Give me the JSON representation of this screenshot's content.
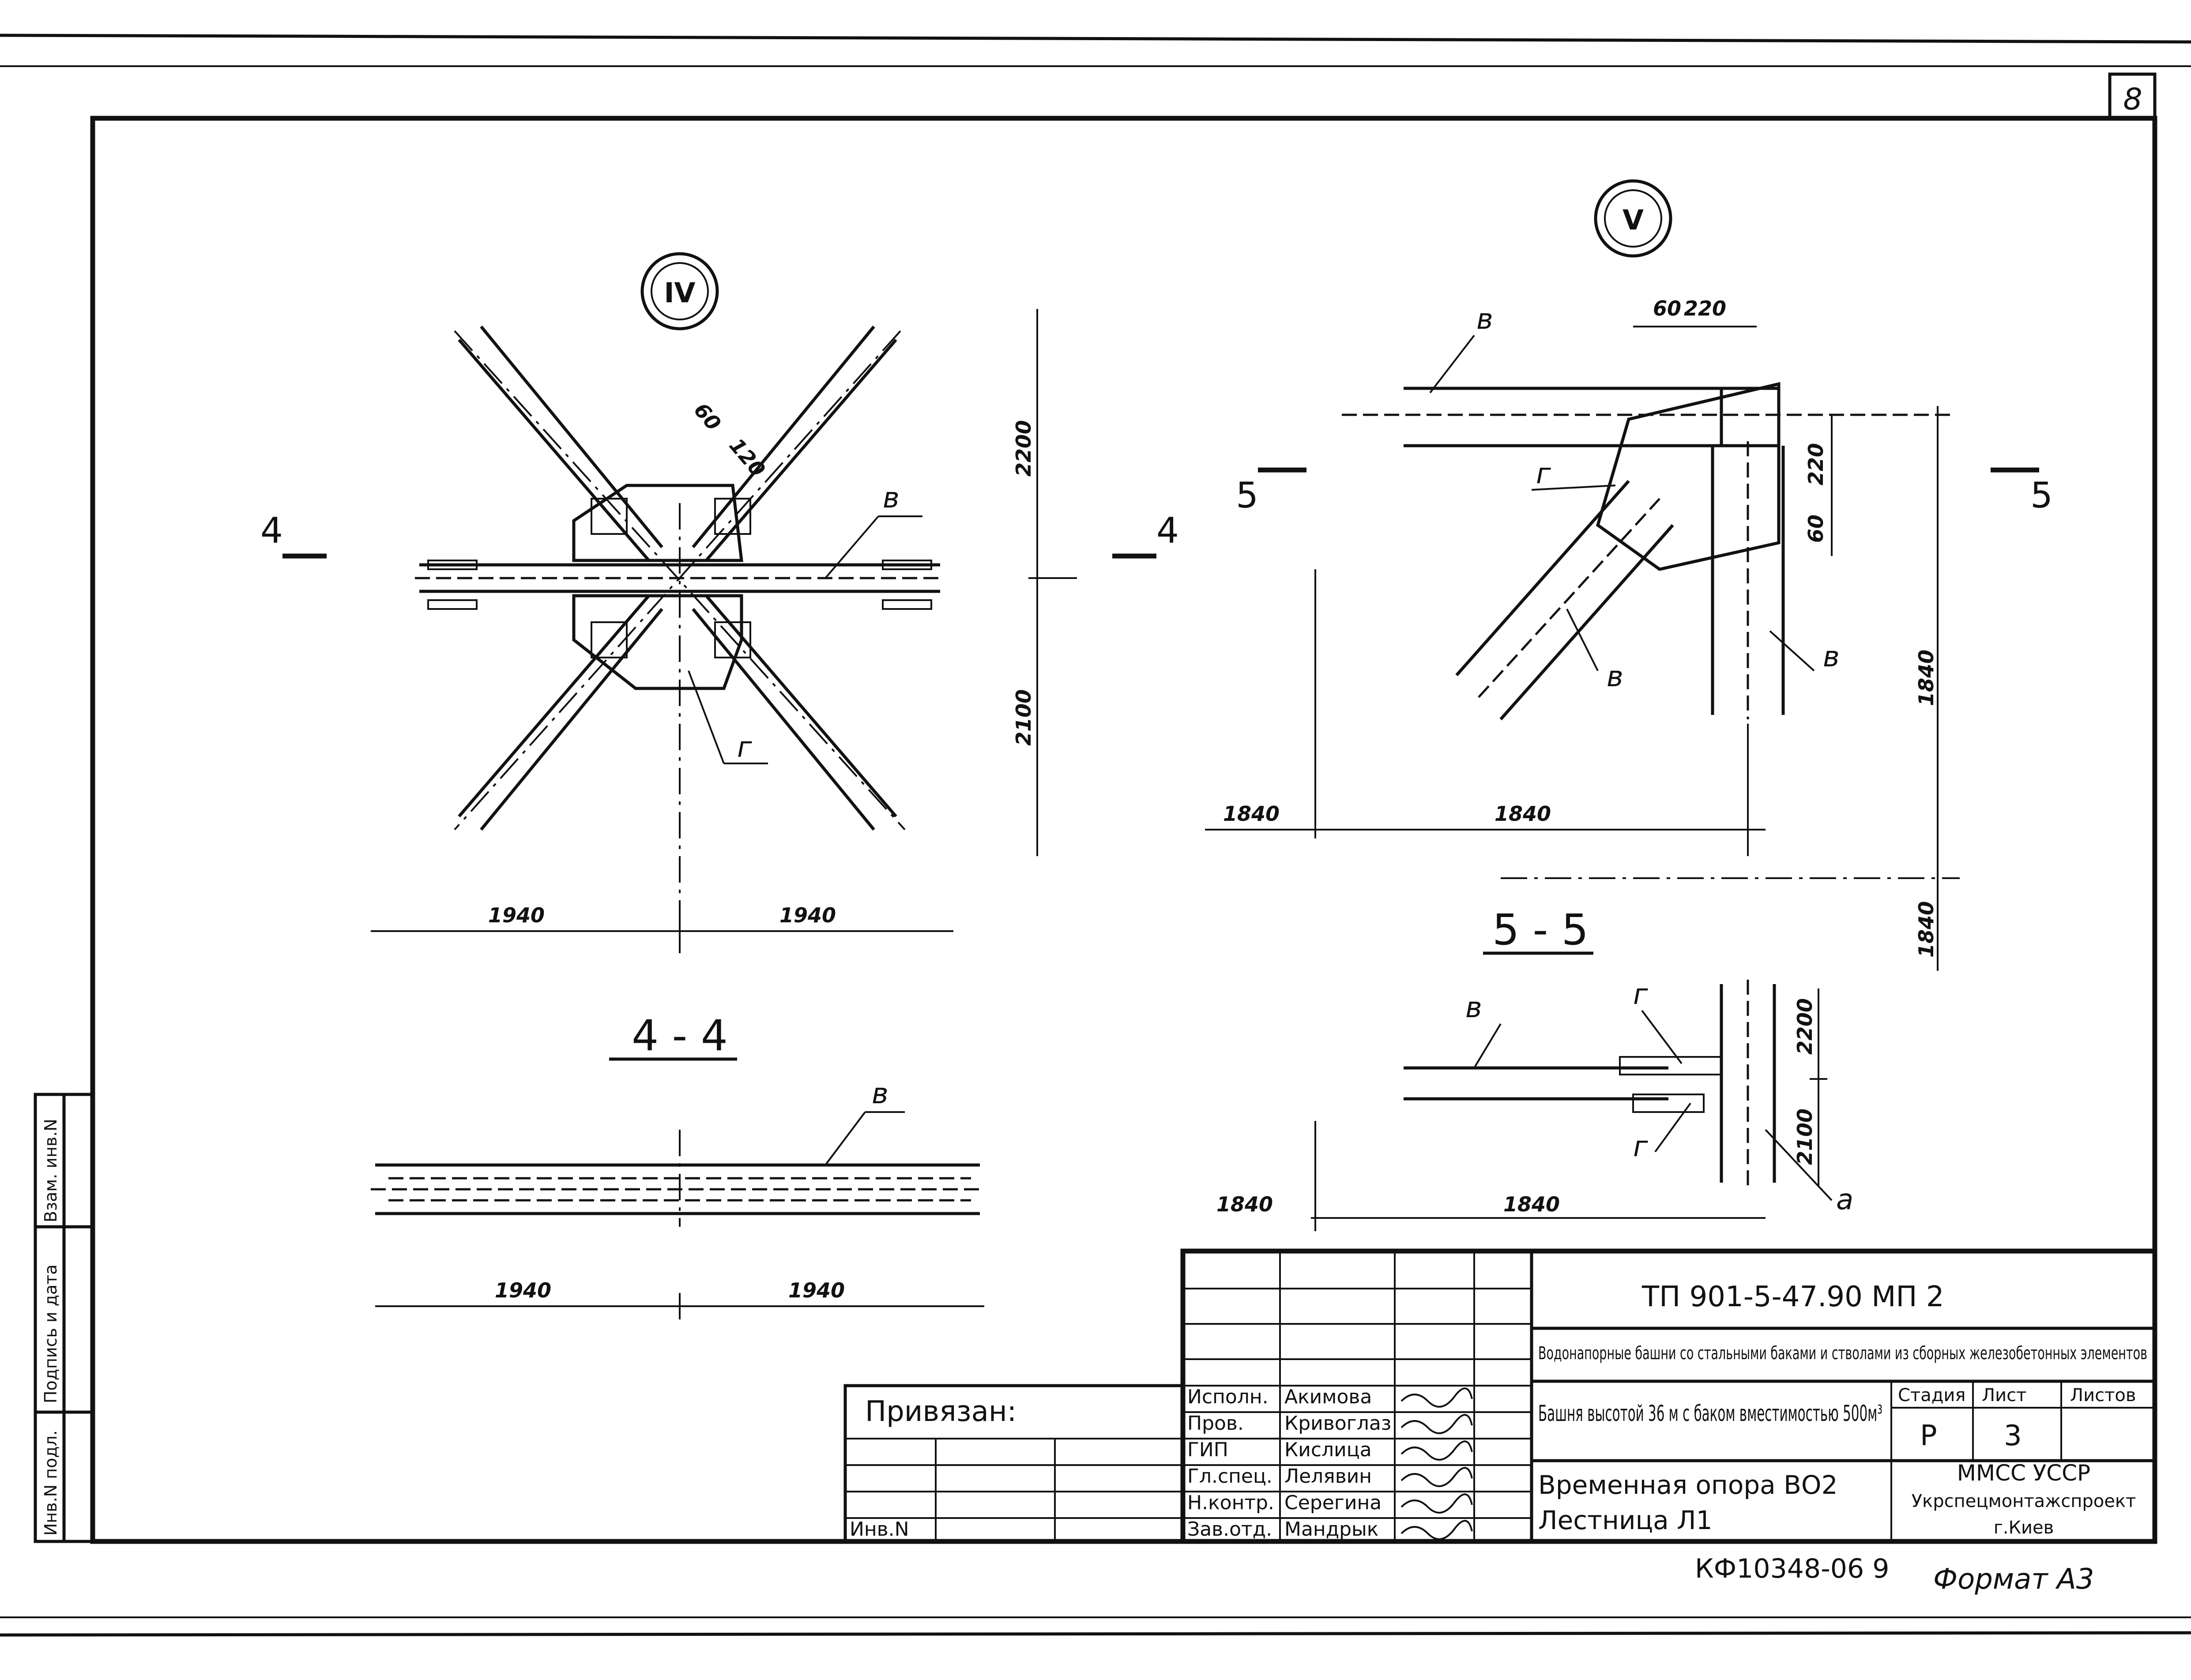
{
  "sheet_number": "8",
  "nodes": {
    "node_iv": "IV",
    "node_v": "V"
  },
  "sections": {
    "sec_4_4": "4 - 4",
    "sec_5_5": "5 - 5",
    "cut4": "4",
    "cut5": "5"
  },
  "node_iv_labels": {
    "b": "в",
    "g": "г",
    "d60": "60",
    "d120": "120",
    "d2200": "2200",
    "d2100": "2100",
    "d1940_l": "1940",
    "d1940_r": "1940"
  },
  "sec44_labels": {
    "b": "в",
    "d1940_l": "1940",
    "d1940_r": "1940"
  },
  "node_v_labels": {
    "b_top": "в",
    "b_diag": "в",
    "b_right": "в",
    "g": "г",
    "d60": "60",
    "d220": "220",
    "d220v": "220",
    "d60v": "60",
    "d1840_v": "1840",
    "d1840_l": "1840",
    "d1840_m": "1840",
    "d1840_v2": "1840"
  },
  "sec55_labels": {
    "b": "в",
    "g_top": "г",
    "g_bot": "г",
    "a": "а",
    "d2200": "2200",
    "d2100": "2100",
    "d1840_l": "1840",
    "d1840_m": "1840"
  },
  "title_block": {
    "code": "ТП 901-5-47.90     МП 2",
    "project": "Водонапорные башни со стальными баками и стволами из сборных железобетонных элементов",
    "object": "Башня высотой 36 м с баком вместимостью 500м³",
    "sheet_title_1": "Временная опора ВО2",
    "sheet_title_2": "Лестница Л1",
    "stage_h": "Стадия",
    "sheet_h": "Лист",
    "sheets_h": "Листов",
    "stage": "Р",
    "sheet": "3",
    "org_1": "ММСС УССР",
    "org_2": "Укрспецмонтажспроект",
    "org_3": "г.Киев",
    "privyazan": "Привязан:",
    "inv_no": "Инв.N",
    "roles": [
      "Исполн.",
      "Пров.",
      "ГИП",
      "Гл.спец.",
      "Н.контр.",
      "Зав.отд."
    ],
    "names": [
      "Акимова",
      "Кривоглаз",
      "Кислица",
      "Лелявин",
      "Серегина",
      "Мандрык"
    ]
  },
  "side_stamp": {
    "inv_podl": "Инв.N подл.",
    "podpis_data": "Подпись и дата",
    "vzam_inv": "Взам. инв.N"
  },
  "footer": {
    "doc_no": "КФ10348-06  9",
    "format": "Формат А3"
  }
}
